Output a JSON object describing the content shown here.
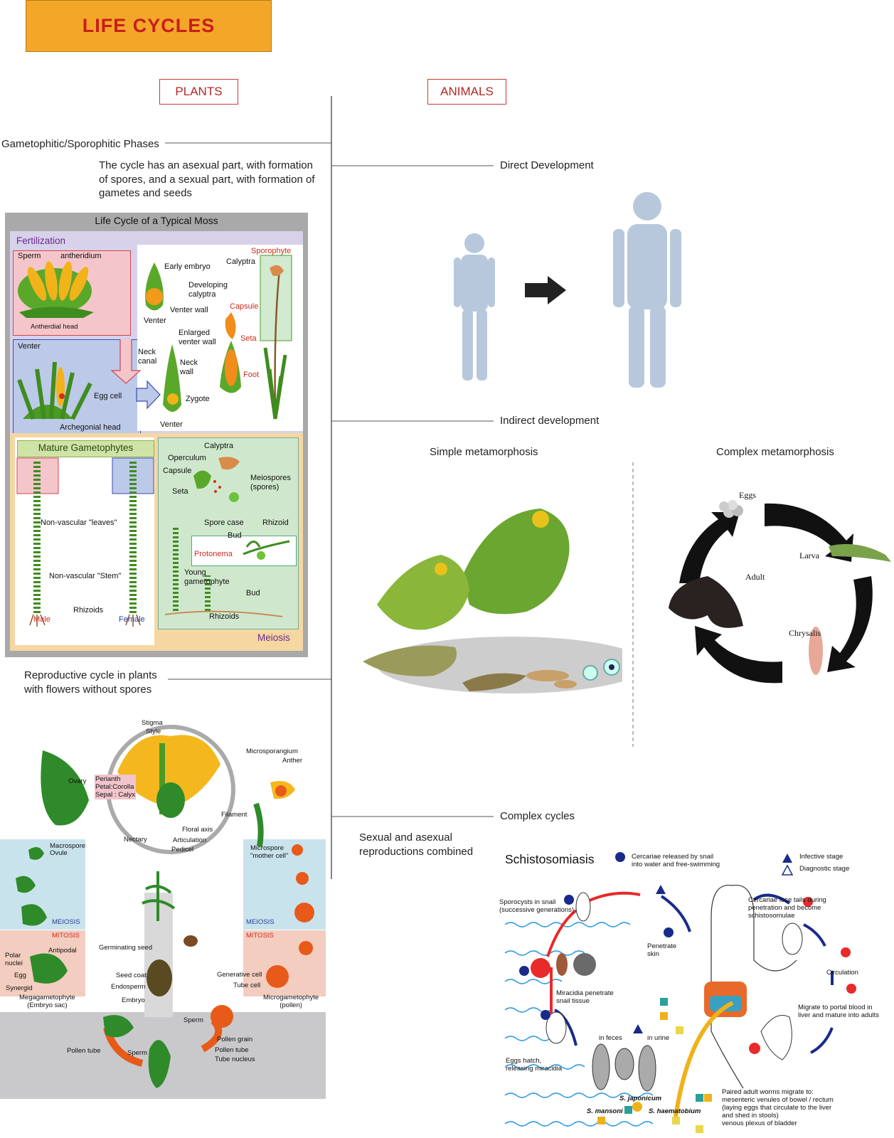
{
  "header": {
    "title": "LIFE CYCLES"
  },
  "columns": {
    "plants": "PLANTS",
    "animals": "ANIMALS"
  },
  "plants": {
    "phases_label": "Gametophitic/Sporophitic Phases",
    "phases_desc": [
      "The cycle has an asexual part, with formation",
      "of spores, and a sexual part, with formation of",
      "gametes and seeds"
    ],
    "moss": {
      "title": "Life Cycle of a Typical Moss",
      "fertilization": "Fertilization",
      "sperm": "Sperm",
      "antheridium": "antheridium",
      "antherdial_head": "Antherdial head",
      "venter_a": "Venter",
      "egg_cell": "Egg cell",
      "archegonial_head": "Archegonial head",
      "early_embryo": "Early embryo",
      "venter_b": "Venter",
      "venter_wall": "Venter wall",
      "developing_calyptra": [
        "Developing",
        "calyptra"
      ],
      "capsule_red": "Capsule",
      "enlarged_venter_wall": [
        "Enlarged",
        "venter wall"
      ],
      "seta_red": "Seta",
      "neck_canal": [
        "Neck",
        "canal"
      ],
      "neck_wall": [
        "Neck",
        "wall"
      ],
      "zygote": "Zygote",
      "venter_c": "Venter",
      "foot": "Foot",
      "sporophyte": "Sporophyte",
      "calyptra_a": "Calyptra",
      "mature_gametophytes": "Mature Gametophytes",
      "nonvascular_leaves": "Non-vascular \"leaves\"",
      "nonvascular_stem": "Non-vascular \"Stem\"",
      "rhizoids_a": "Rhizoids",
      "male": "Male",
      "female": "Female",
      "calyptra_b": "Calyptra",
      "operculum": "Operculum",
      "capsule": "Capsule",
      "seta": "Seta",
      "meiospores": [
        "Meiospores",
        "(spores)"
      ],
      "spore_case": "Spore case",
      "rhizoid": "Rhizoid",
      "bud_a": "Bud",
      "protonema": "Protonema",
      "young_gametophyte": [
        "Young",
        "gametophyte"
      ],
      "bud_b": "Bud",
      "rhizoids_b": "Rhizoids",
      "meiosis": "Meiosis"
    },
    "flowers_label": [
      "Reproductive cycle in plants",
      "with flowers without spores"
    ],
    "flower": {
      "stigma": "Stigma",
      "style": "Style",
      "microsporangium": "Microsporangium",
      "anther": "Anther",
      "ovary": "Ovary",
      "perianth": "Perianth",
      "petal": "Petal:Corolla",
      "sepal": "Sepal : Calyx",
      "filament": "Filament",
      "floral_axis": "Floral axis",
      "nectary": "Nectary",
      "articulation": "Articulation",
      "pedicel": "Pedicel",
      "macrospore": "Macrospore",
      "ovule": "Ovule",
      "microspore": [
        "Microspore",
        "\"mother cell\""
      ],
      "meiosis_l": "MEIOSIS",
      "meiosis_r": "MEIOSIS",
      "mitosis_l": "MITOSIS",
      "mitosis_r": "MITOSIS",
      "antipodal": "Antipodal",
      "polar_nuclei": [
        "Polar",
        "nuclei"
      ],
      "egg": "Egg",
      "synergid": "Synergid",
      "megagametophyte": [
        "Megagametophyte",
        "(Embryo sac)"
      ],
      "germinating_seed": "Germinating seed",
      "seed_coat": "Seed coat",
      "endosperm": "Endosperm",
      "embryo": "Embryo",
      "generative_cell": "Generative cell",
      "tube_cell": "Tube cell",
      "microgametophyte": [
        "Microgametophyte",
        "(pollen)"
      ],
      "sperm_a": "Sperm",
      "pollen_grain": "Pollen grain",
      "pollen_tube_a": "Pollen tube",
      "tube_nucleus": "Tube nucleus",
      "pollen_tube_b": "Pollen tube",
      "sperm_b": "Sperm"
    }
  },
  "animals": {
    "direct": "Direct Development",
    "indirect": "Indirect development",
    "simple": "Simple metamorphosis",
    "complex_meta": "Complex metamorphosis",
    "butterfly": {
      "eggs": "Eggs",
      "larva": "Larva",
      "adult": "Adult",
      "chrysalis": "Chrysalis"
    },
    "complex_cycles": "Complex cycles",
    "complex_desc": [
      "Sexual and asexual",
      "reproductions combined"
    ],
    "schisto": {
      "title": "Schistosomiasis",
      "legend_infective": "Infective stage",
      "legend_diagnostic": "Diagnostic stage",
      "s1": [
        "Cercariae released by snail",
        "into water and free-swimming"
      ],
      "s4": [
        "Sporocysts in snail",
        "(successive generations)"
      ],
      "s6": [
        "Penetrate",
        "skin"
      ],
      "s7": [
        "Cercariae lose tails during",
        "penetration and become",
        "schistosomulae"
      ],
      "s8": "Circulation",
      "s9": [
        "Migrate to portal blood in",
        "liver and mature into adults"
      ],
      "s3": [
        "Miracidia penetrate",
        "snail tissue"
      ],
      "s2": [
        "Eggs hatch,",
        "releasing miracidia"
      ],
      "in_feces": "in feces",
      "in_urine": "in urine",
      "s10": [
        "Paired adult worms migrate to:",
        "mesenteric venules of bowel / rectum",
        "(laying eggs that circulate to the liver",
        "and shed in stools)",
        "venous plexus of bladder"
      ],
      "s_mansoni": "S. mansoni",
      "s_japonicum": "S. japonicum",
      "s_haematobium": "S. haematobium"
    }
  }
}
